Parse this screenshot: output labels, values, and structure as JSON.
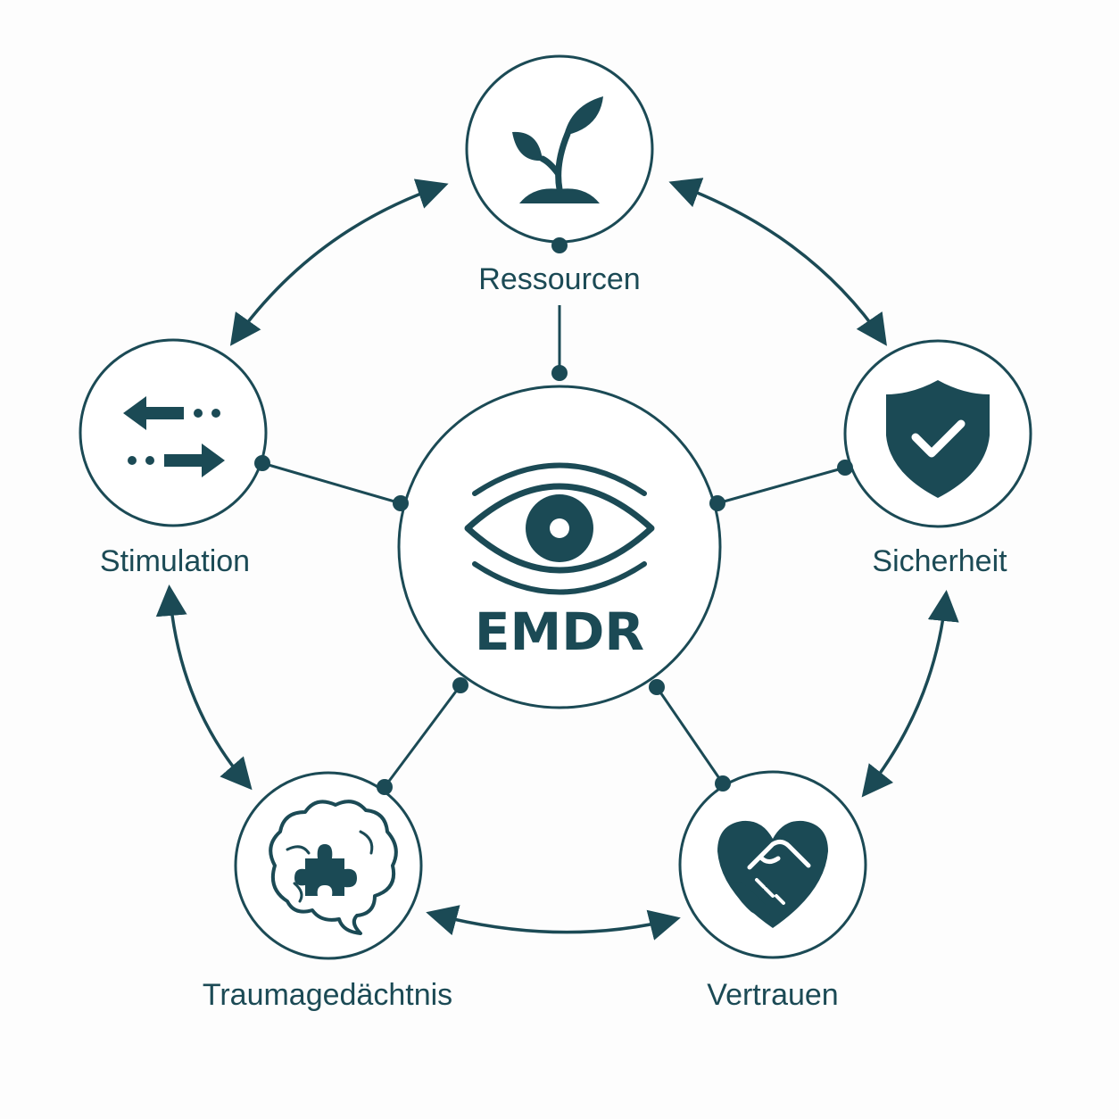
{
  "center": {
    "title": "EMDR",
    "icon": "eye-icon"
  },
  "nodes": {
    "ressourcen": {
      "label": "Ressourcen",
      "icon": "sprout-icon"
    },
    "sicherheit": {
      "label": "Sicherheit",
      "icon": "shield-check-icon"
    },
    "vertrauen": {
      "label": "Vertrauen",
      "icon": "heart-handshake-icon"
    },
    "traumagedaechtnis": {
      "label": "Traumagedächtnis",
      "icon": "brain-puzzle-icon"
    },
    "stimulation": {
      "label": "Stimulation",
      "icon": "bilateral-arrows-icon"
    }
  },
  "colors": {
    "ink": "#1b4a55",
    "background": "#fdfdfd"
  }
}
